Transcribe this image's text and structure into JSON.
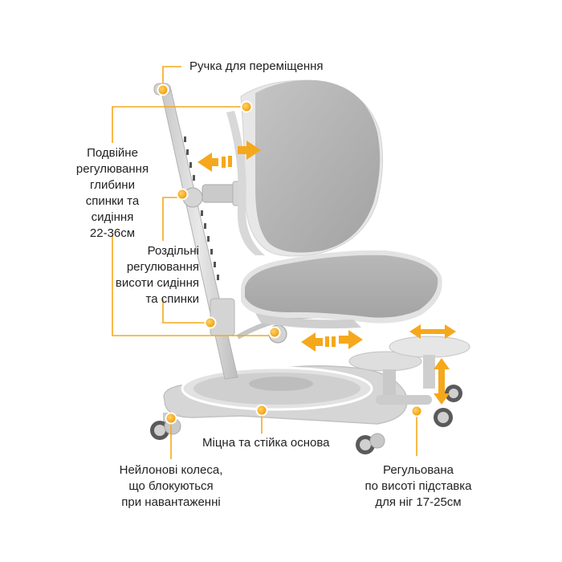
{
  "colors": {
    "accent": "#f5a81c",
    "chair_gray": "#b4b4b4",
    "frame_light": "#dcdcdc",
    "text": "#222222"
  },
  "icons": [
    "handle-marker-icon",
    "arrow-double-horizontal-icon",
    "arrow-double-vertical-icon"
  ],
  "labels": {
    "handle": [
      "Ручка для переміщення"
    ],
    "depth": [
      "Подвійне",
      "регулювання",
      "глибини",
      "спинки та",
      "сидіння",
      "22-36см"
    ],
    "height": [
      "Роздільні",
      "регулювання",
      "висоти сидіння",
      "та спинки"
    ],
    "base": [
      "Міцна та стійка основа"
    ],
    "wheels": [
      "Нейлонові колеса,",
      "що блокуються",
      "при навантаженні"
    ],
    "footrest": [
      "Регульована",
      "по висоті підставка",
      "для ніг 17-25см"
    ]
  }
}
